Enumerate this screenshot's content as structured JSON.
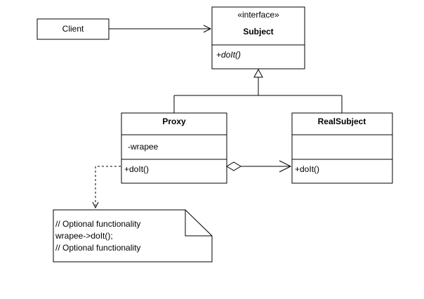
{
  "client": {
    "name": "Client"
  },
  "subject": {
    "stereotype": "«interface»",
    "name": "Subject",
    "operation": "+doIt()"
  },
  "proxy": {
    "name": "Proxy",
    "attribute": "-wrapee",
    "operation": "+doIt()"
  },
  "real_subject": {
    "name": "RealSubject",
    "operation": "+doIt()"
  },
  "note": {
    "lines": [
      "// Optional functionality",
      "wrapee->doIt();",
      "// Optional functionality"
    ]
  }
}
